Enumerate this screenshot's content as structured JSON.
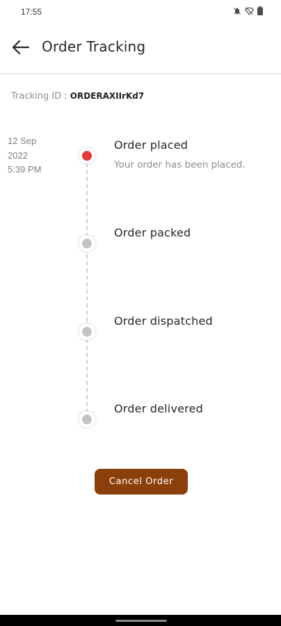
{
  "status_bar": {
    "time": "17:55",
    "icons": [
      "notifications-off-icon",
      "wifi-off-icon",
      "battery-icon"
    ]
  },
  "app_bar": {
    "back_icon": "arrow-left-icon",
    "title": "Order Tracking"
  },
  "tracking": {
    "label": "Tracking ID",
    "separator": " : ",
    "value": "ORDERAXIIrKd7"
  },
  "timeline": {
    "date_lines": [
      "12 Sep",
      "2022",
      "5:39 PM"
    ],
    "steps": [
      {
        "title": "Order placed",
        "description": "Your order has been placed.",
        "status": "active"
      },
      {
        "title": "Order packed",
        "description": "",
        "status": "pending"
      },
      {
        "title": "Order dispatched",
        "description": "",
        "status": "pending"
      },
      {
        "title": "Order delivered",
        "description": "",
        "status": "pending"
      }
    ]
  },
  "actions": {
    "cancel_label": "Cancel Order"
  },
  "colors": {
    "active_dot": "#e53935",
    "pending_dot": "#c4c4c4",
    "cancel_button": "#8b3f0a",
    "divider": "#e9e9e9"
  }
}
